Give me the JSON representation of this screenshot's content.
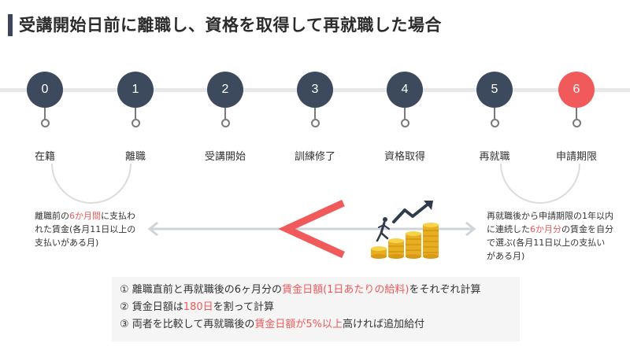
{
  "title": "受講開始日前に離職し、資格を取得して再就職した場合",
  "steps": [
    {
      "num": "0",
      "label": "在籍",
      "active": false
    },
    {
      "num": "1",
      "label": "離職",
      "active": false
    },
    {
      "num": "2",
      "label": "受講開始",
      "active": false
    },
    {
      "num": "3",
      "label": "訓練修了",
      "active": false
    },
    {
      "num": "4",
      "label": "資格取得",
      "active": false
    },
    {
      "num": "5",
      "label": "再就職",
      "active": false
    },
    {
      "num": "6",
      "label": "申請期限",
      "active": true
    }
  ],
  "left_note": {
    "line1_pre": "離職前の",
    "line1_hl": "6か月間",
    "line1_post": "に支払わ",
    "line2": "れた賃金(各月11日以上の",
    "line3": "支払いがある月)"
  },
  "right_note": {
    "line1": "再就職後から申請期限の1年以内",
    "line2_pre": "に連続した",
    "line2_hl": "6か月分",
    "line2_post": "の賃金を自分",
    "line3": "で選ぶ(各月11日以上の支払い",
    "line4": "がある月)"
  },
  "instructions": {
    "line1_pre": "① 離職直前と再就職後の6ヶ月分の",
    "line1_hl": "賃金日額(1日あたりの給料)",
    "line1_post": "をそれぞれ計算",
    "line2_pre": "② 賃金日額は",
    "line2_hl": "180日",
    "line2_post": "を割って計算",
    "line3_pre": "③ 両者を比較して再就職後の",
    "line3_hl": "賃金日額が5%以上",
    "line3_post": "高ければ追加給付"
  },
  "colors": {
    "dark_circle": "#3d4a5e",
    "active_circle": "#f05a5a",
    "highlight": "#f05a5a",
    "coin": "#f2c230",
    "arrow_grey": "#cfd4da",
    "chevron": "#f05a5a"
  },
  "icons": {
    "comparison": "less-than-chevron-icon",
    "growth": "growth-arrow-icon",
    "coins": "coin-stack-icon",
    "runner": "running-person-icon"
  }
}
